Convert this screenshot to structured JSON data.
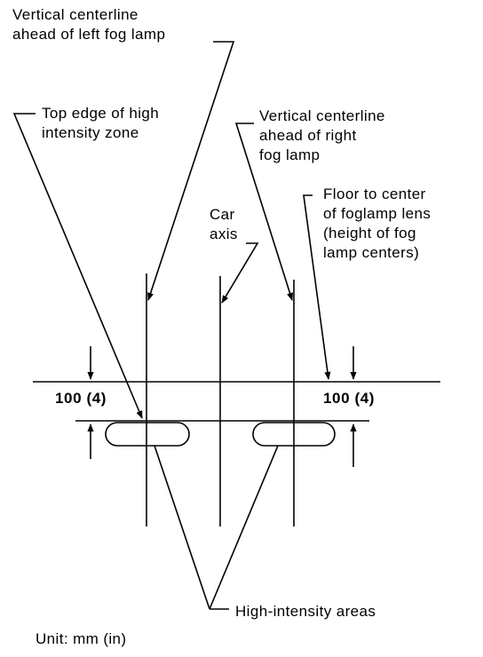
{
  "labels": {
    "left_centerline": [
      "Vertical centerline",
      "ahead of left fog lamp"
    ],
    "top_edge": [
      "Top edge of high",
      "intensity zone"
    ],
    "right_centerline": [
      "Vertical centerline",
      "ahead of right",
      "fog lamp"
    ],
    "car_axis": [
      "Car",
      "axis"
    ],
    "floor_to_center": [
      "Floor to center",
      "of foglamp lens",
      "(height of fog",
      "lamp centers)"
    ],
    "dim_left": "100  (4)",
    "dim_right": "100  (4)",
    "high_intensity": "High-intensity areas",
    "unit": "Unit:  mm  (in)"
  },
  "colors": {
    "ink": "#000000",
    "paper": "#ffffff"
  }
}
